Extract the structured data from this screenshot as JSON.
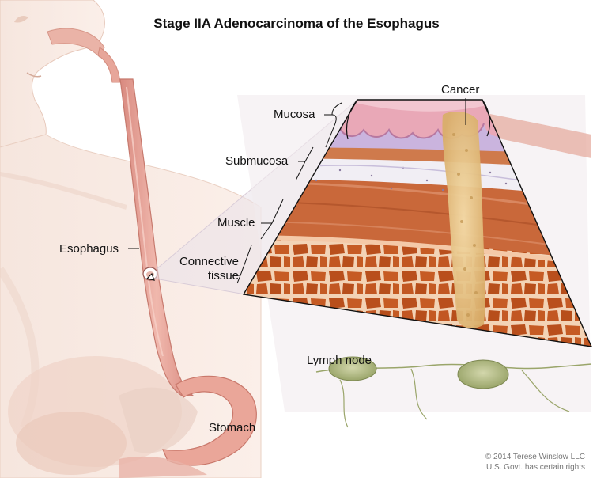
{
  "title": "Stage IIA Adenocarcinoma of the Esophagus",
  "labels": {
    "mucosa": "Mucosa",
    "submucosa": "Submucosa",
    "muscle": "Muscle",
    "connective_line1": "Connective",
    "connective_line2": "tissue",
    "esophagus": "Esophagus",
    "cancer": "Cancer",
    "lymph_node": "Lymph node",
    "stomach": "Stomach"
  },
  "copyright": {
    "line1": "© 2014 Terese Winslow LLC",
    "line2": "U.S. Govt. has certain rights"
  },
  "colors": {
    "skin": "#f3ddd2",
    "mucosa_pink": "#e9a8b7",
    "submucosa_purple": "#c9b3dc",
    "muscle": "#c9683a",
    "connective": "#b5551f",
    "cancer": "#e8c890",
    "lymph_node": "#b9c08c"
  }
}
